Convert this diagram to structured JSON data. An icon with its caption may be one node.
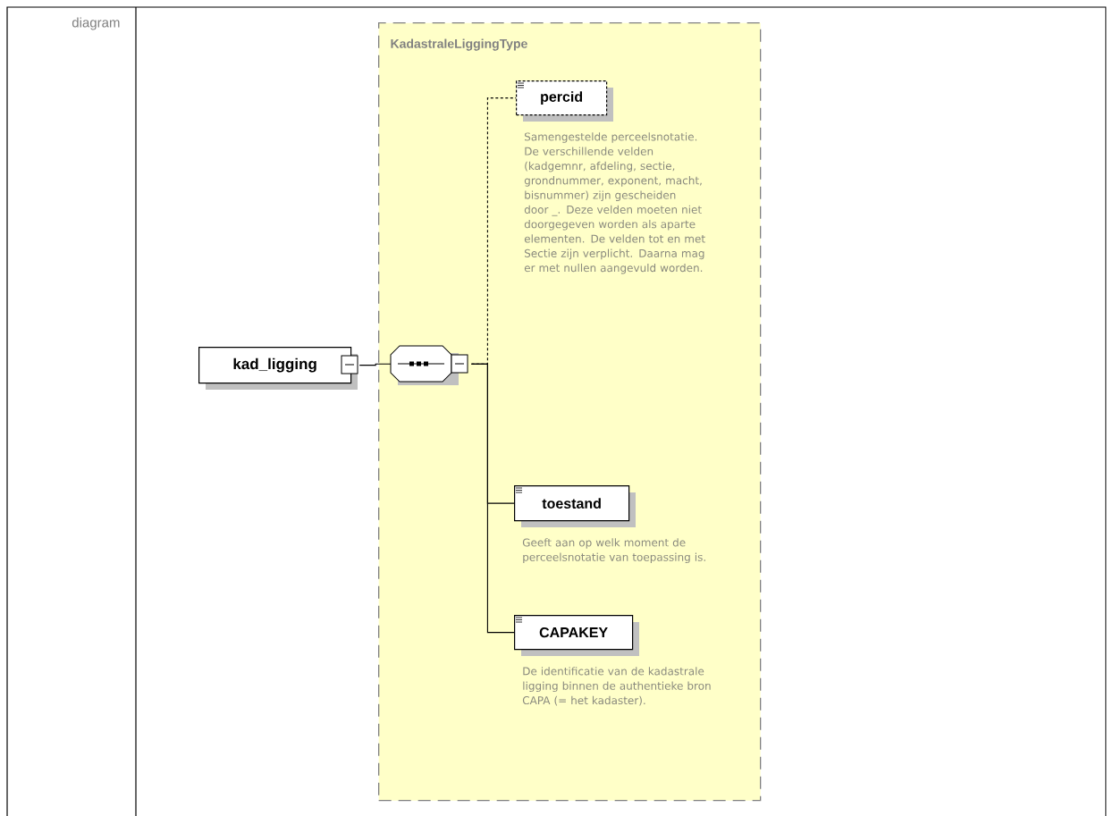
{
  "diagram": {
    "nodes": [
      {
        "text": [
          "KadastraleLiggingType"
        ]
      },
      {
        "text": [
          "kad_ligging"
        ]
      },
      {
        "text": [],
        "shape": "octagon",
        "in": 0
      },
      {
        "text": [
          "percid"
        ],
        "in": 0,
        "beside": [
          "Samengestelde perceelsnotatie. De verschillende velden (kadgemnr, afdeling, sectie, grondnummer, exponent, macht, bisnummer) zijn gescheiden door _. Deze velden moeten niet doorgegeven worden als aparte elementen. De velden tot en met Sectie zijn verplicht. Daarna mag er met nullen aangevuld worden."
        ]
      },
      {
        "text": [
          "toestand"
        ],
        "in": 0,
        "beside": [
          "Geeft aan op welk moment de perceelsnotatie van toepassing is."
        ]
      },
      {
        "text": [
          "CAPAKEY"
        ],
        "in": 0,
        "beside": [
          "De identificatie van de kadastrale ligging binnen de authentieke bron CAPA (= het kadaster)."
        ]
      }
    ],
    "edges": [
      {
        "from": 1,
        "to": 2,
        "arrow": "none"
      },
      {
        "from": 2,
        "to": 3,
        "arrow": "none",
        "style": "dashed"
      },
      {
        "from": 2,
        "to": 4,
        "arrow": "none"
      },
      {
        "from": 2,
        "to": 5,
        "arrow": "none"
      }
    ],
    "labels": [
      "diagram"
    ]
  }
}
